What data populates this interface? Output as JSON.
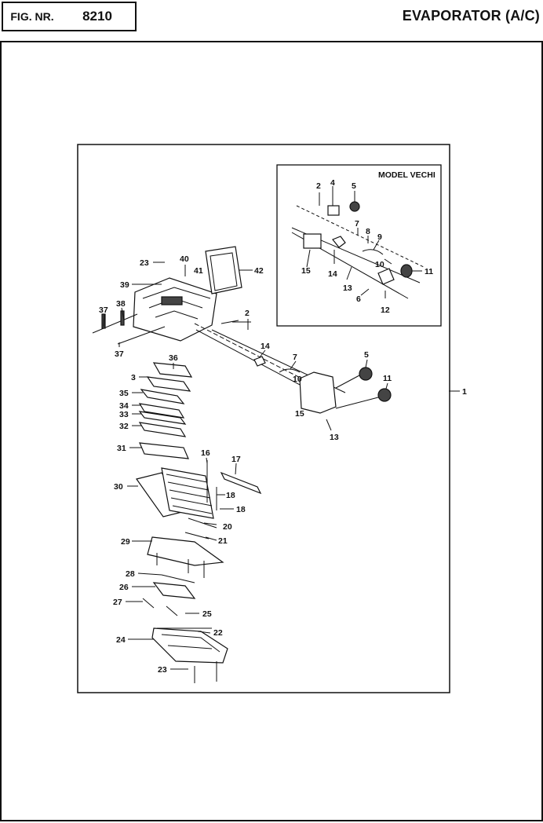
{
  "header": {
    "fig_label": "FIG. NR.",
    "fig_number": "8210",
    "title": "EVAPORATOR (A/C)"
  },
  "inset": {
    "title": "MODEL VECHI",
    "callouts": [
      "2",
      "4",
      "5",
      "7",
      "8",
      "9",
      "10",
      "11",
      "12",
      "13",
      "14",
      "15",
      "6"
    ]
  },
  "main_callouts": {
    "c23a": "23",
    "c40": "40",
    "c42": "42",
    "c41": "41",
    "c39": "39",
    "c38": "38",
    "c37a": "37",
    "c37b": "37",
    "c2": "2",
    "c14": "14",
    "c7": "7",
    "c10": "10",
    "c5": "5",
    "c11": "11",
    "c15": "15",
    "c13": "13",
    "c1": "1",
    "c36": "36",
    "c3": "3",
    "c35": "35",
    "c34": "34",
    "c33": "33",
    "c32": "32",
    "c31": "31",
    "c16": "16",
    "c17": "17",
    "c30": "30",
    "c18a": "18",
    "c18b": "18",
    "c20": "20",
    "c21": "21",
    "c29": "29",
    "c28": "28",
    "c26": "26",
    "c27": "27",
    "c25": "25",
    "c22": "22",
    "c24": "24",
    "c23b": "23"
  }
}
